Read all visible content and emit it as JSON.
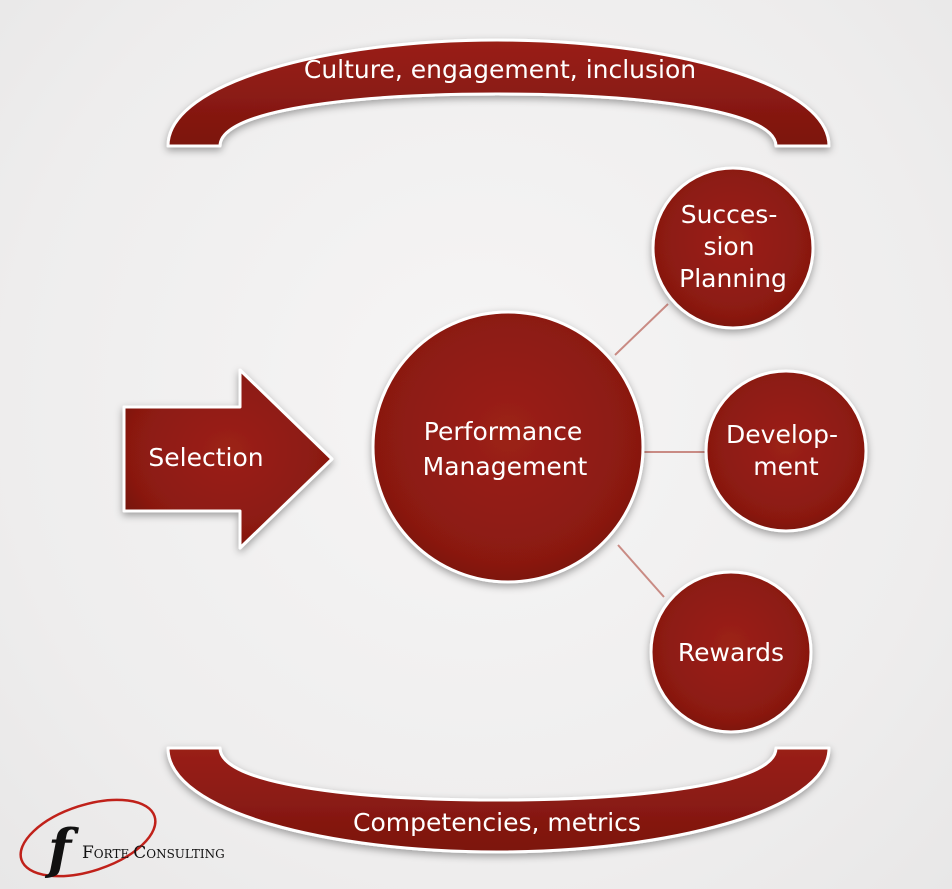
{
  "colors": {
    "shape_fill": "#8f1a12",
    "shape_edge": "#6e120c",
    "outline": "#ffffff",
    "connector": "#c98b84",
    "logo_ring": "#c0211a",
    "logo_text": "#111111"
  },
  "top_band": {
    "label": "Culture, engagement, inclusion"
  },
  "bottom_band": {
    "label": "Competencies, metrics"
  },
  "arrow": {
    "label": "Selection"
  },
  "center": {
    "line1": "Performance",
    "line2": "Management"
  },
  "satellites": {
    "succession": {
      "line1": "Succes-",
      "line2": "sion",
      "line3": "Planning"
    },
    "development": {
      "line1": "Develop-",
      "line2": "ment"
    },
    "rewards": {
      "line1": "Rewards"
    }
  },
  "logo": {
    "mark": "f",
    "cap1": "F",
    "rest1": "ORTE",
    "cap2": "C",
    "rest2": "ONSULTING"
  }
}
